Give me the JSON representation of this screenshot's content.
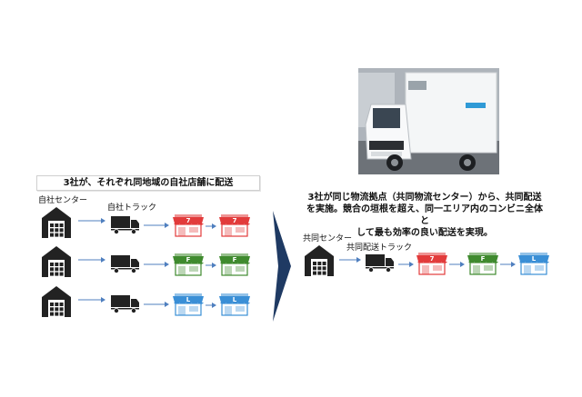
{
  "left_panel": {
    "caption": "3社が、それぞれ同地域の自社店舗に配送",
    "warehouse_label": "自社センター",
    "truck_label": "自社トラック",
    "rows": [
      {
        "store_letter": "7",
        "store_color": "#e23b3b"
      },
      {
        "store_letter": "F",
        "store_color": "#3f8a2e"
      },
      {
        "store_letter": "L",
        "store_color": "#3a8fd6"
      }
    ]
  },
  "right_panel": {
    "description_lines": [
      "3社が同じ物流拠点（共同物流センター）から、共同配送",
      "を実施。競合の垣根を超え、同一エリア内のコンビニ全体と",
      "して最も効率の良い配送を実現。"
    ],
    "warehouse_label": "共同センター",
    "truck_label": "共同配送トラック",
    "stores": [
      {
        "store_letter": "7",
        "store_color": "#e23b3b"
      },
      {
        "store_letter": "F",
        "store_color": "#3f8a2e"
      },
      {
        "store_letter": "L",
        "store_color": "#3a8fd6"
      }
    ]
  },
  "colors": {
    "arrow": "#4f7fbf",
    "chevron": "#1f3a63",
    "icon_dark": "#222222"
  },
  "icons": [
    "warehouse-icon",
    "truck-icon",
    "store-icon",
    "chevron-right-icon"
  ]
}
